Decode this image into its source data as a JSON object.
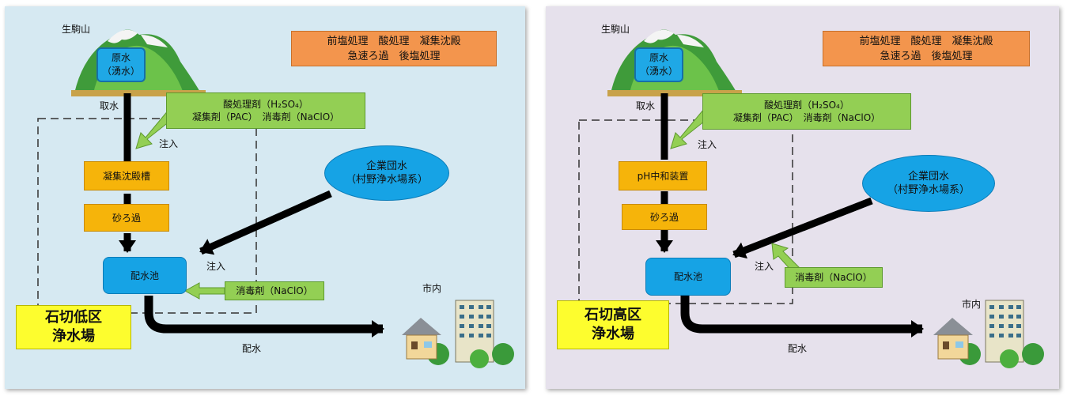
{
  "left": {
    "mountain": "生駒山",
    "source": {
      "line1": "原水",
      "line2": "（湧水）"
    },
    "intake": "取水",
    "processes": {
      "line1": "前塩処理　酸処理　凝集沈殿",
      "line2": "急速ろ過　後塩処理"
    },
    "chemicals": {
      "line1": "酸処理剤（H₂SO₄）",
      "line2": "凝集剤（PAC）　消毒剤（NaClO）"
    },
    "inject1": "注入",
    "tank1": "凝集沈殿槽",
    "tank2": "砂ろ過",
    "corp_water": {
      "line1": "企業団水",
      "line2": "（村野浄水場系）"
    },
    "inject2": "注入",
    "reservoir": "配水池",
    "disinfectant": "消毒剤（NaClO）",
    "plant_name": {
      "line1": "石切低区",
      "line2": "浄水場"
    },
    "city": "市内",
    "distribution": "配水"
  },
  "right": {
    "mountain": "生駒山",
    "source": {
      "line1": "原水",
      "line2": "（湧水）"
    },
    "intake": "取水",
    "processes": {
      "line1": "前塩処理　酸処理　凝集沈殿",
      "line2": "急速ろ過　後塩処理"
    },
    "chemicals": {
      "line1": "酸処理剤（H₂SO₄）",
      "line2": "凝集剤（PAC）　消毒剤（NaClO）"
    },
    "inject1": "注入",
    "tank1": "pH中和装置",
    "tank2": "砂ろ過",
    "corp_water": {
      "line1": "企業団水",
      "line2": "（村野浄水場系）"
    },
    "inject2": "注入",
    "reservoir": "配水池",
    "disinfectant": "消毒剤（NaClO）",
    "plant_name": {
      "line1": "石切高区",
      "line2": "浄水場"
    },
    "city": "市内",
    "distribution": "配水"
  }
}
